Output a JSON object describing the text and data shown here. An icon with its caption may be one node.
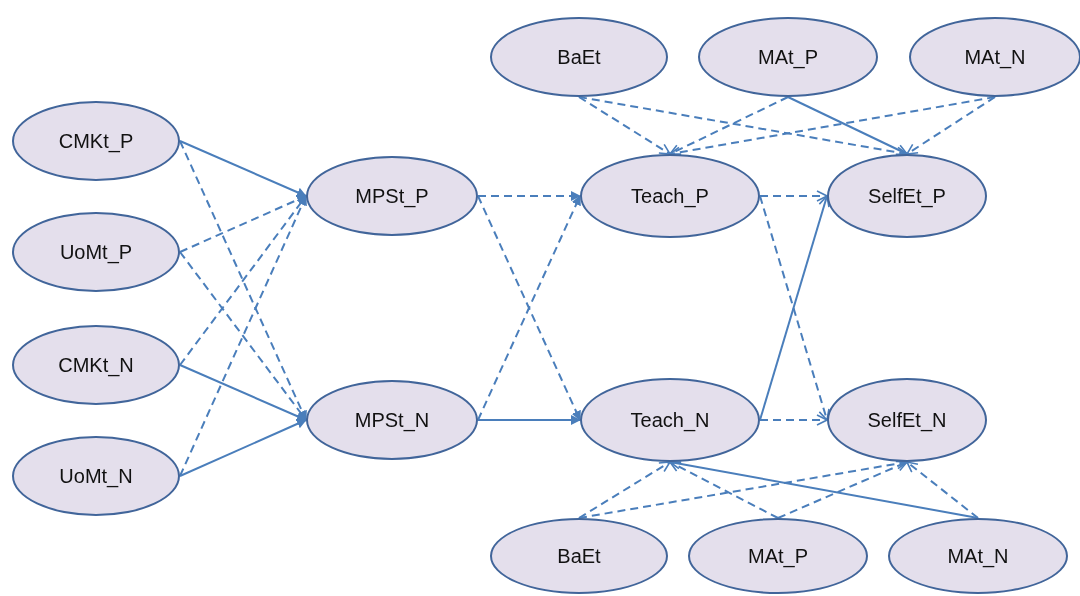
{
  "diagram": {
    "nodes": [
      {
        "text": [
          "BaEt"
        ]
      },
      {
        "text": [
          "MAt_P"
        ]
      },
      {
        "text": [
          "MAt_N"
        ]
      },
      {
        "text": [
          "CMKt_P"
        ]
      },
      {
        "text": [
          "MPSt_P"
        ]
      },
      {
        "text": [
          "Teach_P"
        ]
      },
      {
        "text": [
          "SelfEt_P"
        ]
      },
      {
        "text": [
          "UoMt_P"
        ]
      },
      {
        "text": [
          "CMKt_N"
        ]
      },
      {
        "text": [
          "MPSt_N"
        ]
      },
      {
        "text": [
          "Teach_N"
        ]
      },
      {
        "text": [
          "SelfEt_N"
        ]
      },
      {
        "text": [
          "UoMt_N"
        ]
      },
      {
        "text": [
          "BaEt"
        ]
      },
      {
        "text": [
          "MAt_P"
        ]
      },
      {
        "text": [
          "MAt_N"
        ]
      }
    ],
    "edges": [
      {
        "from": 3,
        "to": 4,
        "arrow": "to"
      },
      {
        "from": 3,
        "to": 9,
        "arrow": "to",
        "style": "dashed"
      },
      {
        "from": 7,
        "to": 4,
        "arrow": "to",
        "style": "dashed"
      },
      {
        "from": 7,
        "to": 9,
        "arrow": "to",
        "style": "dashed"
      },
      {
        "from": 8,
        "to": 4,
        "arrow": "to",
        "style": "dashed"
      },
      {
        "from": 8,
        "to": 9,
        "arrow": "to"
      },
      {
        "from": 12,
        "to": 4,
        "arrow": "to",
        "style": "dashed"
      },
      {
        "from": 12,
        "to": 9,
        "arrow": "to"
      },
      {
        "from": 4,
        "to": 5,
        "arrow": "to",
        "style": "dashed"
      },
      {
        "from": 4,
        "to": 10,
        "arrow": "to",
        "style": "dashed"
      },
      {
        "from": 9,
        "to": 5,
        "arrow": "to",
        "style": "dashed"
      },
      {
        "from": 9,
        "to": 10,
        "arrow": "to"
      },
      {
        "from": 5,
        "to": 6,
        "arrow": "to",
        "style": "dashed"
      },
      {
        "from": 5,
        "to": 11,
        "arrow": "to",
        "style": "dashed"
      },
      {
        "from": 10,
        "to": 6,
        "arrow": "to"
      },
      {
        "from": 10,
        "to": 11,
        "arrow": "to",
        "style": "dashed"
      },
      {
        "from": 0,
        "to": 5,
        "arrow": "to",
        "style": "dashed"
      },
      {
        "from": 0,
        "to": 6,
        "arrow": "to",
        "style": "dashed"
      },
      {
        "from": 1,
        "to": 5,
        "arrow": "to",
        "style": "dashed"
      },
      {
        "from": 1,
        "to": 6,
        "arrow": "to"
      },
      {
        "from": 2,
        "to": 5,
        "arrow": "to",
        "style": "dashed"
      },
      {
        "from": 2,
        "to": 6,
        "arrow": "to",
        "style": "dashed"
      },
      {
        "from": 13,
        "to": 10,
        "arrow": "to",
        "style": "dashed"
      },
      {
        "from": 13,
        "to": 11,
        "arrow": "to",
        "style": "dashed"
      },
      {
        "from": 14,
        "to": 10,
        "arrow": "to",
        "style": "dashed"
      },
      {
        "from": 14,
        "to": 11,
        "arrow": "to",
        "style": "dashed"
      },
      {
        "from": 15,
        "to": 10,
        "arrow": "to"
      },
      {
        "from": 15,
        "to": 11,
        "arrow": "to",
        "style": "dashed"
      }
    ]
  }
}
